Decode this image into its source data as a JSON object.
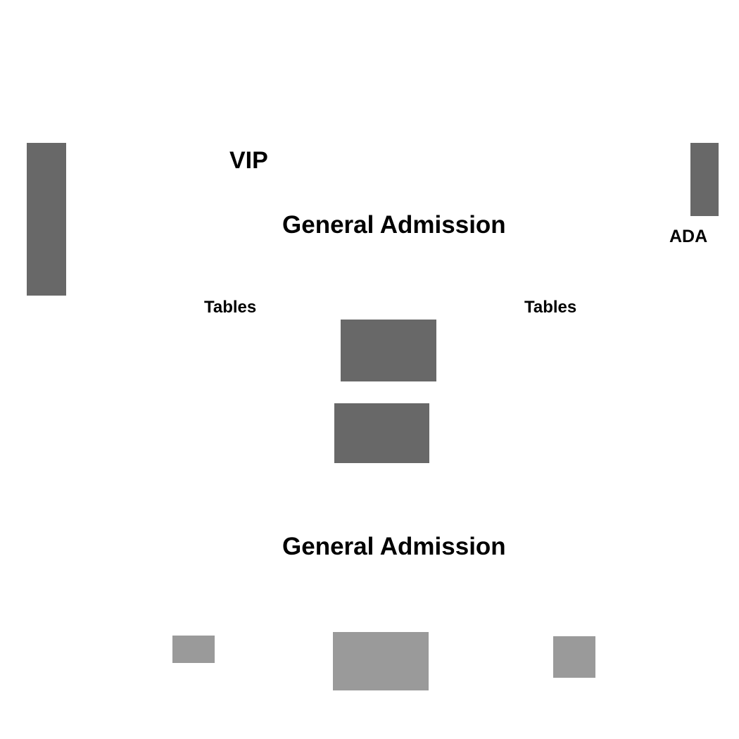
{
  "map": {
    "labels": {
      "vip": "VIP",
      "general_admission_upper": "General Admission",
      "ada": "ADA",
      "tables_left": "Tables",
      "tables_right": "Tables",
      "general_admission_lower": "General Admission"
    },
    "colors": {
      "background": "#ffffff",
      "section_dark": "#686868",
      "section_light": "#9a9a9a",
      "label_text": "#000000"
    }
  }
}
